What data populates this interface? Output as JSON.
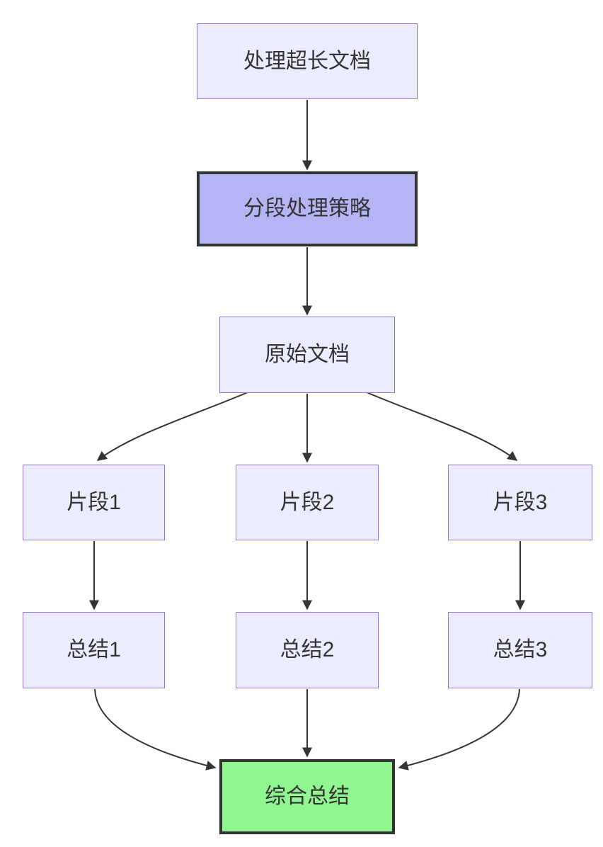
{
  "diagram": {
    "type": "flowchart-top-down",
    "nodes": {
      "process_long_doc": {
        "label": "处理超长文档"
      },
      "segment_strategy": {
        "label": "分段处理策略"
      },
      "original_doc": {
        "label": "原始文档"
      },
      "fragment1": {
        "label": "片段1"
      },
      "fragment2": {
        "label": "片段2"
      },
      "fragment3": {
        "label": "片段3"
      },
      "summary1": {
        "label": "总结1"
      },
      "summary2": {
        "label": "总结2"
      },
      "summary3": {
        "label": "总结3"
      },
      "final_summary": {
        "label": "综合总结"
      }
    },
    "edges": [
      {
        "from": "process_long_doc",
        "to": "segment_strategy"
      },
      {
        "from": "segment_strategy",
        "to": "original_doc"
      },
      {
        "from": "original_doc",
        "to": "fragment1"
      },
      {
        "from": "original_doc",
        "to": "fragment2"
      },
      {
        "from": "original_doc",
        "to": "fragment3"
      },
      {
        "from": "fragment1",
        "to": "summary1"
      },
      {
        "from": "fragment2",
        "to": "summary2"
      },
      {
        "from": "fragment3",
        "to": "summary3"
      },
      {
        "from": "summary1",
        "to": "final_summary"
      },
      {
        "from": "summary2",
        "to": "final_summary"
      },
      {
        "from": "summary3",
        "to": "final_summary"
      }
    ],
    "colors": {
      "node_fill": "#ececff",
      "node_border": "#9370db",
      "highlight_fill": "#b5b5f5",
      "highlight_border": "#333333",
      "success_fill": "#90f790",
      "success_border": "#333333",
      "edge": "#333333",
      "text": "#333333",
      "background": "#ffffff"
    }
  }
}
